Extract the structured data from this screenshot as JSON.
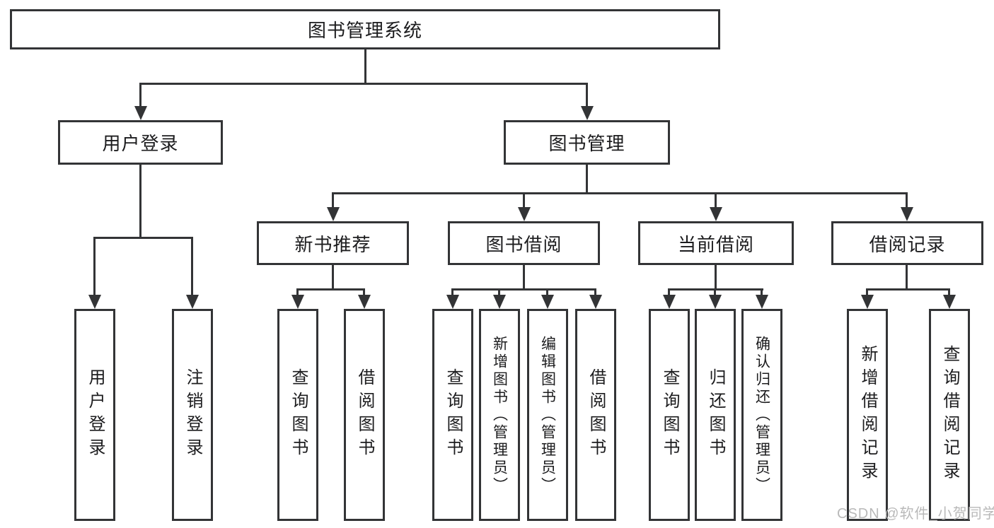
{
  "tree": {
    "root": {
      "label": "图书管理系统"
    },
    "branches": [
      {
        "label": "用户登录",
        "leaves": [
          "用户登录",
          "注销登录"
        ]
      },
      {
        "label": "图书管理",
        "groups": [
          {
            "label": "新书推荐",
            "leaves": [
              "查询图书",
              "借阅图书"
            ]
          },
          {
            "label": "图书借阅",
            "leaves": [
              "查询图书",
              "新增图书（管理员）",
              "编辑图书（管理员）",
              "借阅图书"
            ]
          },
          {
            "label": "当前借阅",
            "leaves": [
              "查询图书",
              "归还图书",
              "确认归还（管理员）"
            ]
          },
          {
            "label": "借阅记录",
            "leaves": [
              "新增借阅记录",
              "查询借阅记录"
            ]
          }
        ]
      }
    ]
  },
  "watermark": {
    "text": "CSDN @软件_小贺同学"
  },
  "colors": {
    "line": "#333436",
    "box_border": "#333436",
    "box_background": "#ffffff",
    "text": "#1c1c1e",
    "watermark_text": "#b9b9b9"
  }
}
